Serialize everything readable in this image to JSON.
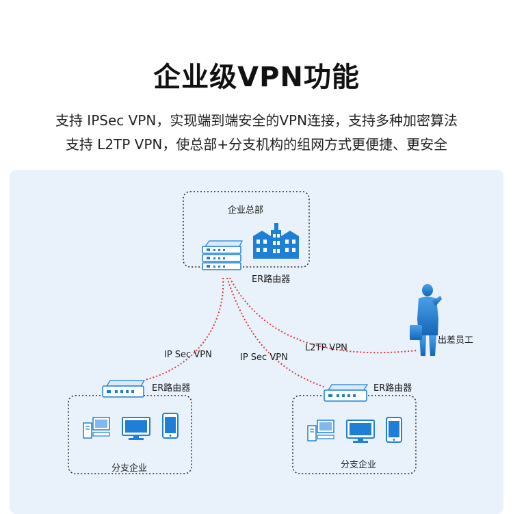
{
  "header": {
    "title": "企业级VPN功能",
    "subtitle_line1": "支持 IPSec VPN，实现端到端安全的VPN连接，支持多种加密算法",
    "subtitle_line2": "支持 L2TP VPN，使总部+分支机构的组网方式更便捷、更安全"
  },
  "diagram": {
    "hq": {
      "label": "企业总部",
      "router_label": "ER路由器"
    },
    "branch_left": {
      "label": "分支企业",
      "router_label": "ER路由器"
    },
    "branch_right": {
      "label": "分支企业",
      "router_label": "ER路由器"
    },
    "traveler": {
      "label": "出差员工"
    },
    "links": {
      "ipsec_left": "IP Sec VPN",
      "ipsec_right": "IP Sec VPN",
      "l2tp": "L2TP VPN"
    },
    "colors": {
      "panel_bg": "#e9f2fb",
      "icon_blue": "#1e7fd6",
      "vpn_line": "#e03030",
      "person": "#1e7fd6"
    },
    "icons": [
      "router-icon",
      "building-icon",
      "desktop-pc-icon",
      "monitor-icon",
      "phone-icon",
      "business-person-icon"
    ]
  }
}
